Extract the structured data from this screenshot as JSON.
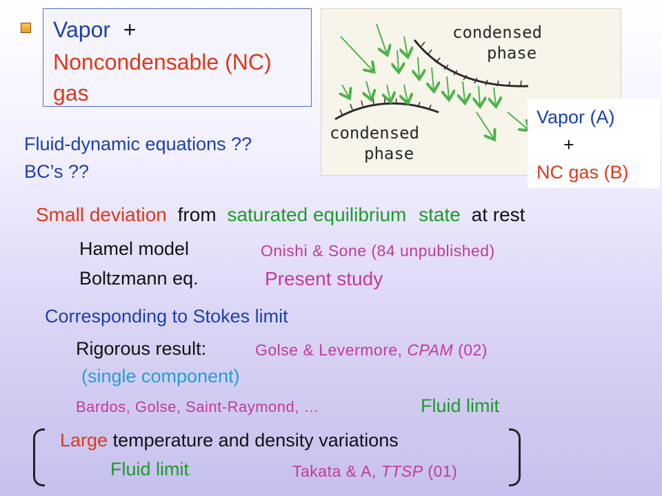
{
  "header": {
    "line1_a": "Vapor",
    "line1_b": "+",
    "line2": "Noncondensable (NC)",
    "line3": "gas"
  },
  "diagram": {
    "label_top_1": "condensed",
    "label_top_2": "phase",
    "label_bottom_1": "condensed",
    "label_bottom_2": "phase"
  },
  "mixture": {
    "line1": "Vapor (A)",
    "line2": "+",
    "line3": "NC gas (B)"
  },
  "questions": {
    "fluid": "Fluid-dynamic equations ??",
    "bcs": "BC’s ??"
  },
  "deviation": {
    "w1": "Small deviation",
    "w2": "from",
    "w3": "saturated equilibrium",
    "w4": "state",
    "w5": "at rest"
  },
  "models": {
    "hamel": "Hamel model",
    "hamel_ref": "Onishi & Sone (84 unpublished)",
    "boltzmann": "Boltzmann eq.",
    "boltzmann_ref": "Present study"
  },
  "stokes": {
    "title": "Corresponding to Stokes limit",
    "rigorous": "Rigorous result:",
    "ref_a": "Golse & Levermore,",
    "ref_journal": "CPAM",
    "ref_year": "(02)",
    "single": "(single component)",
    "bardos": "Bardos, Golse, Saint-Raymond, …",
    "fluid_limit": "Fluid limit"
  },
  "large": {
    "w1": "Large",
    "w2": "temperature and density variations",
    "fluid_limit": "Fluid limit",
    "ref_a": "Takata & A,",
    "ref_journal": "TTSP",
    "ref_year": "(01)"
  },
  "colors": {
    "blue": "#1a3fb0",
    "red": "#e0361a",
    "green": "#1e9a2a",
    "magenta": "#c23a9a",
    "cyan": "#1f9fd6"
  }
}
